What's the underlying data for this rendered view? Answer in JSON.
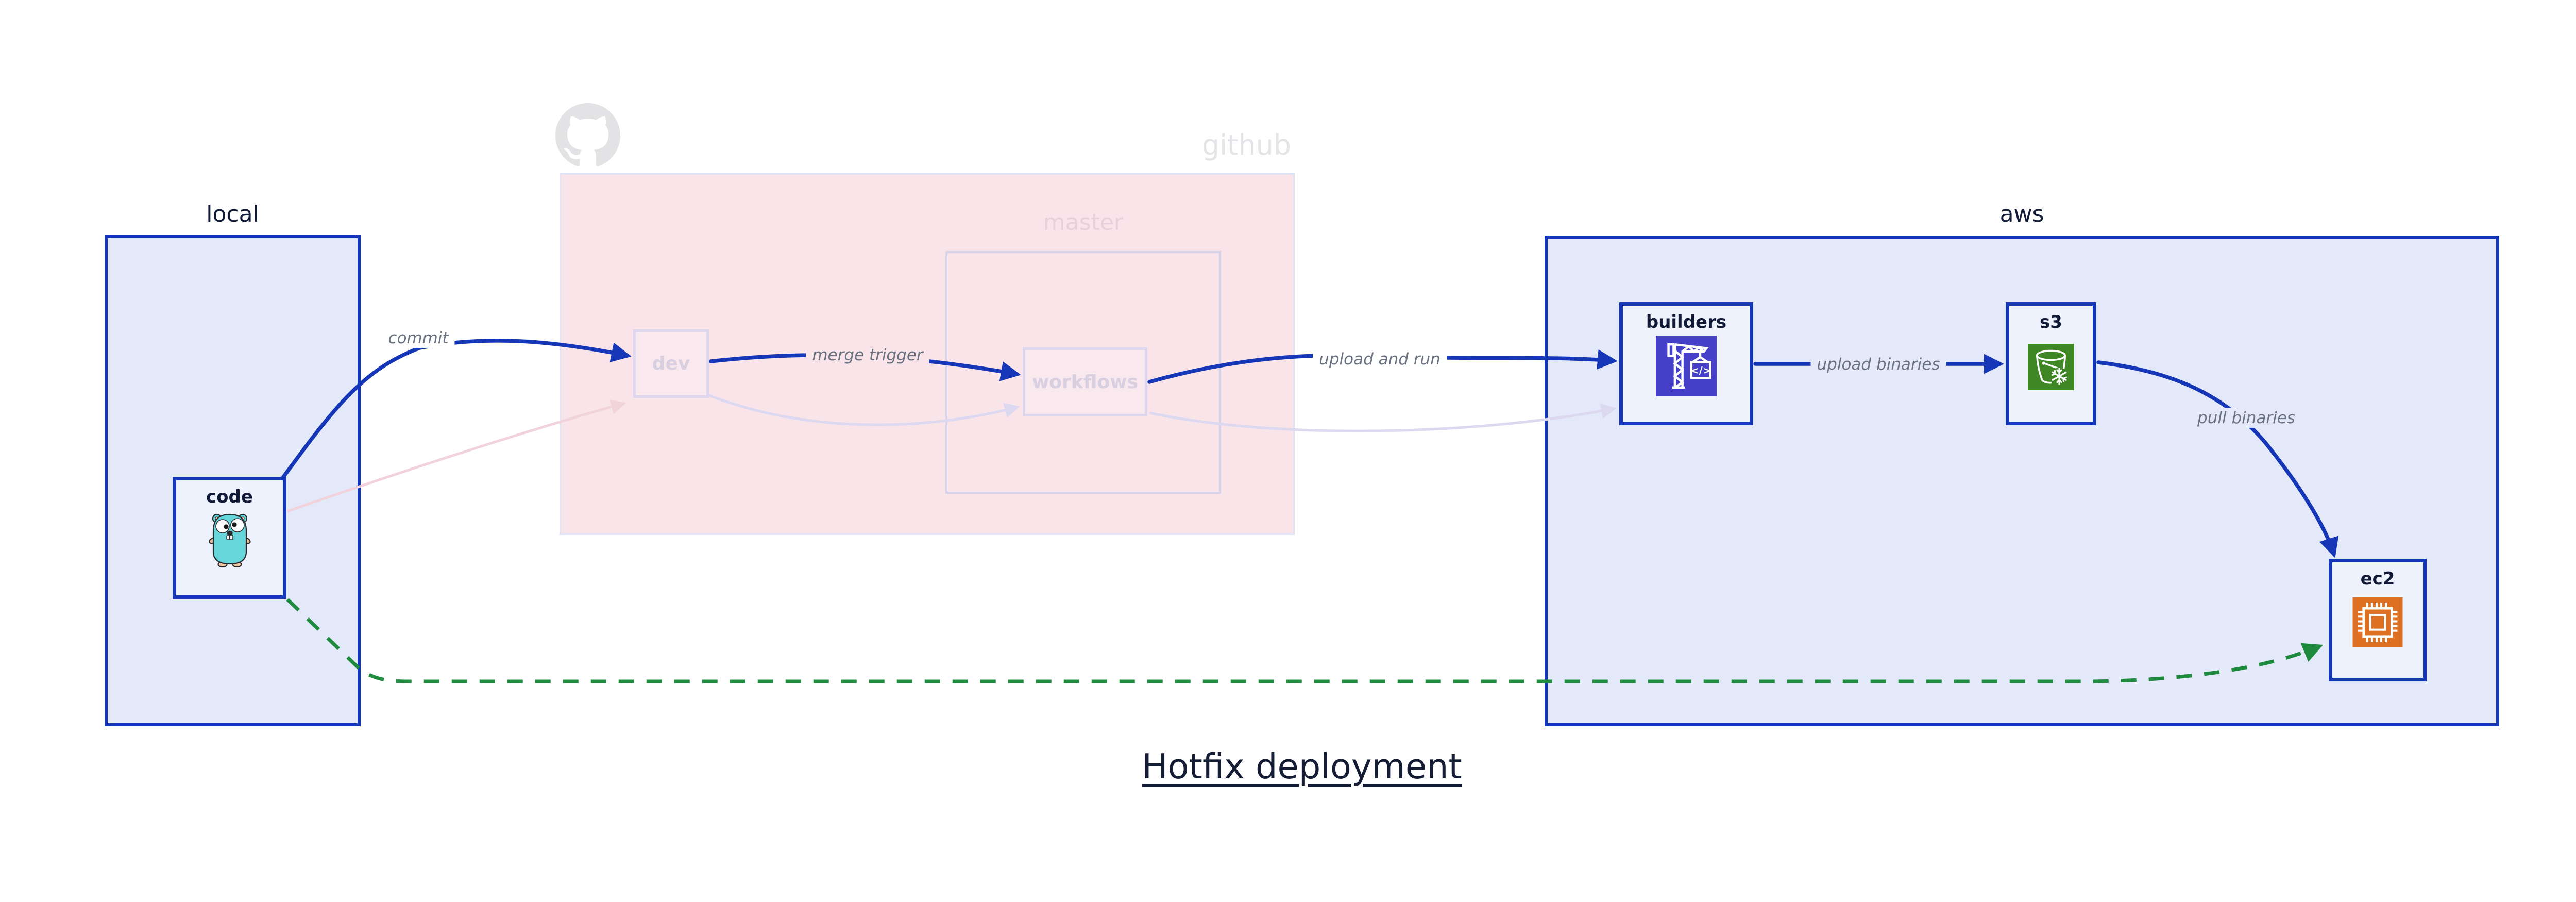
{
  "title": {
    "text": "Hotfix deployment"
  },
  "containers": {
    "local": {
      "label": "local"
    },
    "github": {
      "label": "github"
    },
    "master": {
      "label": "master"
    },
    "aws": {
      "label": "aws"
    }
  },
  "nodes": {
    "code": {
      "label": "code",
      "icon": "go-gopher-icon"
    },
    "dev": {
      "label": "dev",
      "state": "faded"
    },
    "workflows": {
      "label": "workflows",
      "state": "faded"
    },
    "builders": {
      "label": "builders",
      "icon": "codebuild-crane-icon",
      "icon_glyph": "</>",
      "icon_color": "#4640c8"
    },
    "s3": {
      "label": "s3",
      "icon": "s3-glacier-bucket-icon",
      "icon_color": "#3f8624"
    },
    "ec2": {
      "label": "ec2",
      "icon": "ec2-chip-icon",
      "icon_color": "#dd7022"
    }
  },
  "edges": {
    "commit": {
      "label": "commit",
      "from": "code",
      "to": "dev",
      "style": "solid-blue"
    },
    "merge_trigger": {
      "label": "merge trigger",
      "from": "dev",
      "to": "workflows",
      "style": "solid-blue"
    },
    "upload_and_run": {
      "label": "upload and run",
      "from": "workflows",
      "to": "builders",
      "style": "solid-blue"
    },
    "upload_binaries": {
      "label": "upload binaries",
      "from": "builders",
      "to": "s3",
      "style": "solid-blue"
    },
    "pull_binaries": {
      "label": "pull binaries",
      "from": "s3",
      "to": "ec2",
      "style": "solid-blue"
    },
    "code_dev_faded": {
      "label": "",
      "from": "code",
      "to": "dev",
      "style": "faded-pink"
    },
    "dev_workflows_faded": {
      "label": "",
      "from": "dev",
      "to": "workflows",
      "style": "faded-lavender"
    },
    "workflows_builders_faded": {
      "label": "",
      "from": "workflows",
      "to": "builders",
      "style": "faded-lavender"
    },
    "hotfix_pull": {
      "label": "",
      "from": "code",
      "to": "ec2",
      "style": "dashed-green"
    }
  },
  "icons": {
    "github_logo": "github-octocat-icon",
    "code_glyph": "</>"
  },
  "colors": {
    "edge_blue": "#1636b8",
    "container_fill": "#e3e9f9",
    "node_fill": "#eef2fc",
    "github_fill": "#f9e4ea",
    "faded_border": "#dcd7ee",
    "faded_pink_edge": "#f2d3dc",
    "faded_lavender_edge": "#dbd8ef",
    "dashed_green": "#1e8a3e",
    "label_gray": "#6a7180",
    "text_navy": "#111b38",
    "gopher_teal": "#66d6db",
    "codebuild_indigo": "#4640c8",
    "s3_green": "#3f8624",
    "ec2_orange": "#dd7022",
    "github_logo_gray": "#e3e3e6"
  }
}
